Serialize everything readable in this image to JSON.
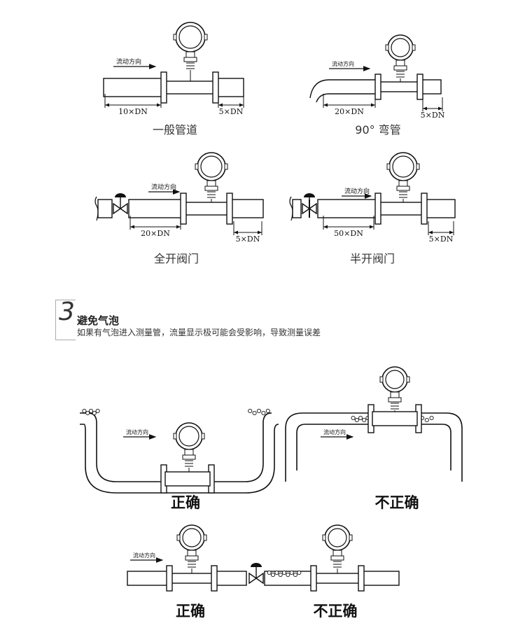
{
  "labels": {
    "flow_direction": "流动方向",
    "dist_10dn": "10×DN",
    "dist_5dn": "5×DN",
    "dist_20dn": "20×DN",
    "dist_50dn": "50×DN"
  },
  "captions": {
    "general_pipe": "一般管道",
    "bend_90": "90° 弯管",
    "full_open_valve": "全开阀门",
    "half_open_valve": "半开阀门"
  },
  "section3": {
    "number": "3",
    "title": "避免气泡",
    "description": "如果有气泡进入测量管，流量显示极可能会受影响，导致测量误差"
  },
  "verdicts": {
    "correct": "正确",
    "incorrect": "不正确"
  }
}
